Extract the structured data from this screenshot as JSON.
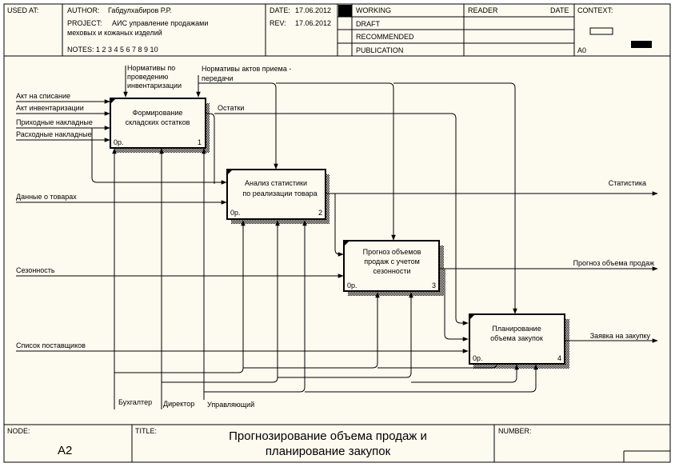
{
  "header": {
    "used_at": "USED AT:",
    "author_label": "AUTHOR:",
    "author": "Габдулхабиров Р.Р.",
    "project_label": "PROJECT:",
    "project_line1": "АИС управление продажами",
    "project_line2": "меховых и кожаных изделий",
    "notes": "NOTES:  1  2  3  4  5  6  7  8  9  10",
    "date_label": "DATE:",
    "date": "17.06.2012",
    "rev_label": "REV:",
    "rev": "17.06.2012",
    "status": [
      "WORKING",
      "DRAFT",
      "RECOMMENDED",
      "PUBLICATION"
    ],
    "reader": "READER",
    "date_col": "DATE",
    "context": "CONTEXT:",
    "context_node": "A0"
  },
  "boxes": [
    {
      "line1": "Формирование",
      "line2": "складских остатков",
      "cost": "0р.",
      "num": "1"
    },
    {
      "line1": "Анализ статистики",
      "line2": "по реализации товара",
      "cost": "0р.",
      "num": "2"
    },
    {
      "line1": "Прогноз объемов",
      "line2": "продаж с учетом",
      "line3": "сезонности",
      "cost": "0р.",
      "num": "3"
    },
    {
      "line1": "Планирование",
      "line2": "объема закупок",
      "cost": "0р.",
      "num": "4"
    }
  ],
  "inputs": [
    "Акт на списание",
    "Акт инвентаризации",
    "Приходные накладные",
    "Расходные накладные",
    "Данные о товарах",
    "Сезонность",
    "Список поставщиков"
  ],
  "controls": {
    "norms_inv_1": "Нормативы по",
    "norms_inv_2": "проведению",
    "norms_inv_3": "инвентаризации",
    "norms_acts_1": "Нормативы актов приема -",
    "norms_acts_2": "передачи"
  },
  "internal": {
    "ostatki": "Остатки"
  },
  "outputs": [
    "Статистика",
    "Прогноз объема продаж",
    "Заявка на закупку"
  ],
  "mechanisms": [
    "Бухгалтер",
    "Директор",
    "Управляющий"
  ],
  "footer": {
    "node_label": "NODE:",
    "node": "A2",
    "title_label": "TITLE:",
    "title_line1": "Прогнозирование объема продаж и",
    "title_line2": "планирование закупок",
    "number_label": "NUMBER:"
  }
}
